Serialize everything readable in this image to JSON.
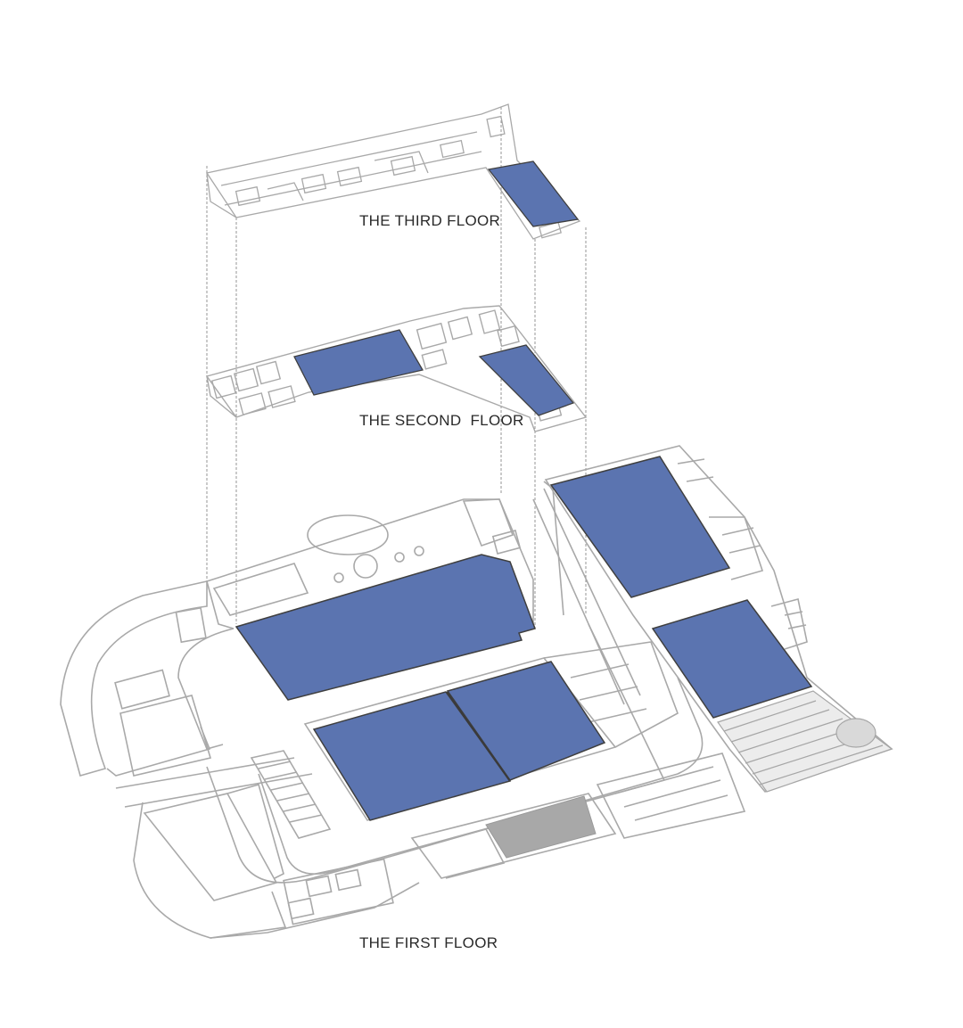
{
  "floors": {
    "third": {
      "label": "THE THIRD FLOOR"
    },
    "second": {
      "label": "THE SECOND  FLOOR"
    },
    "first": {
      "label": "THE FIRST FLOOR"
    }
  },
  "colors": {
    "highlight": "#5b74b0",
    "linework": "#a9a9a9",
    "guide": "#7a7a7a",
    "hatch": "#a6a6a6"
  }
}
